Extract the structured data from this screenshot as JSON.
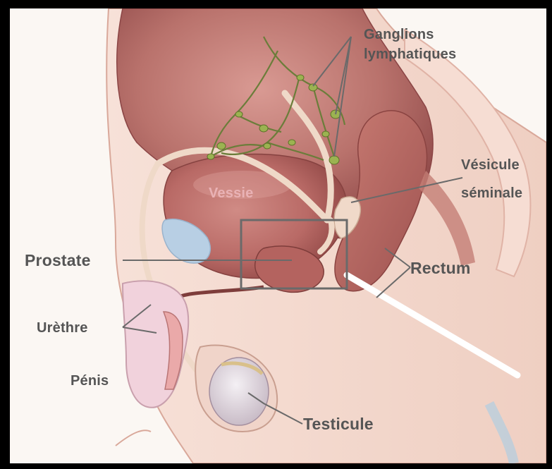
{
  "labels": {
    "ganglions_line1": "Ganglions",
    "ganglions_line2": "lymphatiques",
    "vessie": "Vessie",
    "vesicule_line1": "Vésicule",
    "vesicule_line2": "séminale",
    "prostate": "Prostate",
    "rectum": "Rectum",
    "urethre": "Urèthre",
    "penis": "Pénis",
    "testicule": "Testicule"
  },
  "colors": {
    "background": "#fbf7f3",
    "frame": "#000000",
    "label_text": "#555555",
    "organ_label_text": "#e9b2b5",
    "bladder": "#b96a66",
    "cavity": "#9e4c4a",
    "skin": "#f3d6cc",
    "lymph_node": "#8fae4a",
    "highlight_box": "#6a6a6a"
  }
}
